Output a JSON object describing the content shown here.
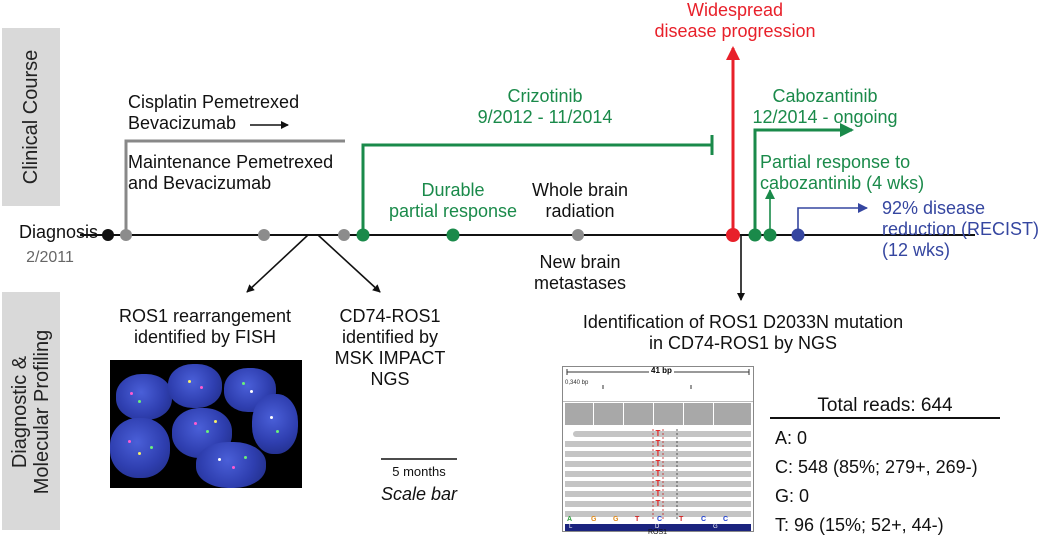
{
  "side_labels": {
    "clinical": "Clinical Course",
    "diagnostic": "Diagnostic &\nMolecular Profiling"
  },
  "timeline": {
    "diagnosis": "Diagnosis",
    "diagnosis_date": "2/2011"
  },
  "clinical": {
    "chemo_line1": "Cisplatin Pemetrexed",
    "chemo_line2": "Bevacizumab",
    "maint_line1": "Maintenance Pemetrexed",
    "maint_line2": "and Bevacizumab",
    "crizotinib": "Crizotinib",
    "crizotinib_dates": "9/2012 - 11/2014",
    "durable_line1": "Durable",
    "durable_line2": "partial response",
    "brain_line1": "Whole brain",
    "brain_line2": "radiation",
    "mets_line1": "New brain",
    "mets_line2": "metastases",
    "progression_line1": "Widespread",
    "progression_line2": "disease progression",
    "cabozantinib": "Cabozantinib",
    "cabozantinib_dates": "12/2014 - ongoing",
    "partial_line1": "Partial response to",
    "partial_line2": "cabozantinib (4 wks)",
    "reduction_line1": "92% disease",
    "reduction_line2": "reduction (RECIST)",
    "reduction_line3": "(12 wks)"
  },
  "diagnostic": {
    "fish_line1": "ROS1 rearrangement",
    "fish_line2": "identified by FISH",
    "impact_line1": "CD74-ROS1",
    "impact_line2": "identified by",
    "impact_line3": "MSK IMPACT",
    "impact_line4": "NGS",
    "ngs_line1": "Identification of ROS1 D2033N mutation",
    "ngs_line2": "in CD74-ROS1 by NGS",
    "scale_value": "5 months",
    "scale_label": "Scale bar"
  },
  "igv": {
    "width_label": "41 bp",
    "position_label": "0,340 bp",
    "sequence": [
      "A",
      "G",
      "G",
      "T",
      "C",
      "T",
      "C",
      "C"
    ],
    "gene_letters": [
      "L",
      "D",
      "G"
    ],
    "gene_name": "ROS1"
  },
  "reads": {
    "total": "Total reads: 644",
    "a": "A: 0",
    "c": "C: 548 (85%; 279+, 269-)",
    "g": "G: 0",
    "t": "T: 96 (15%; 52+, 44-)"
  },
  "colors": {
    "treatment_green": "#1a8a4a",
    "progression_red": "#e8202a",
    "response_blue": "#3546a0",
    "event_grey": "#8c8c8c",
    "sidebar_grey": "#d9d9d9"
  }
}
